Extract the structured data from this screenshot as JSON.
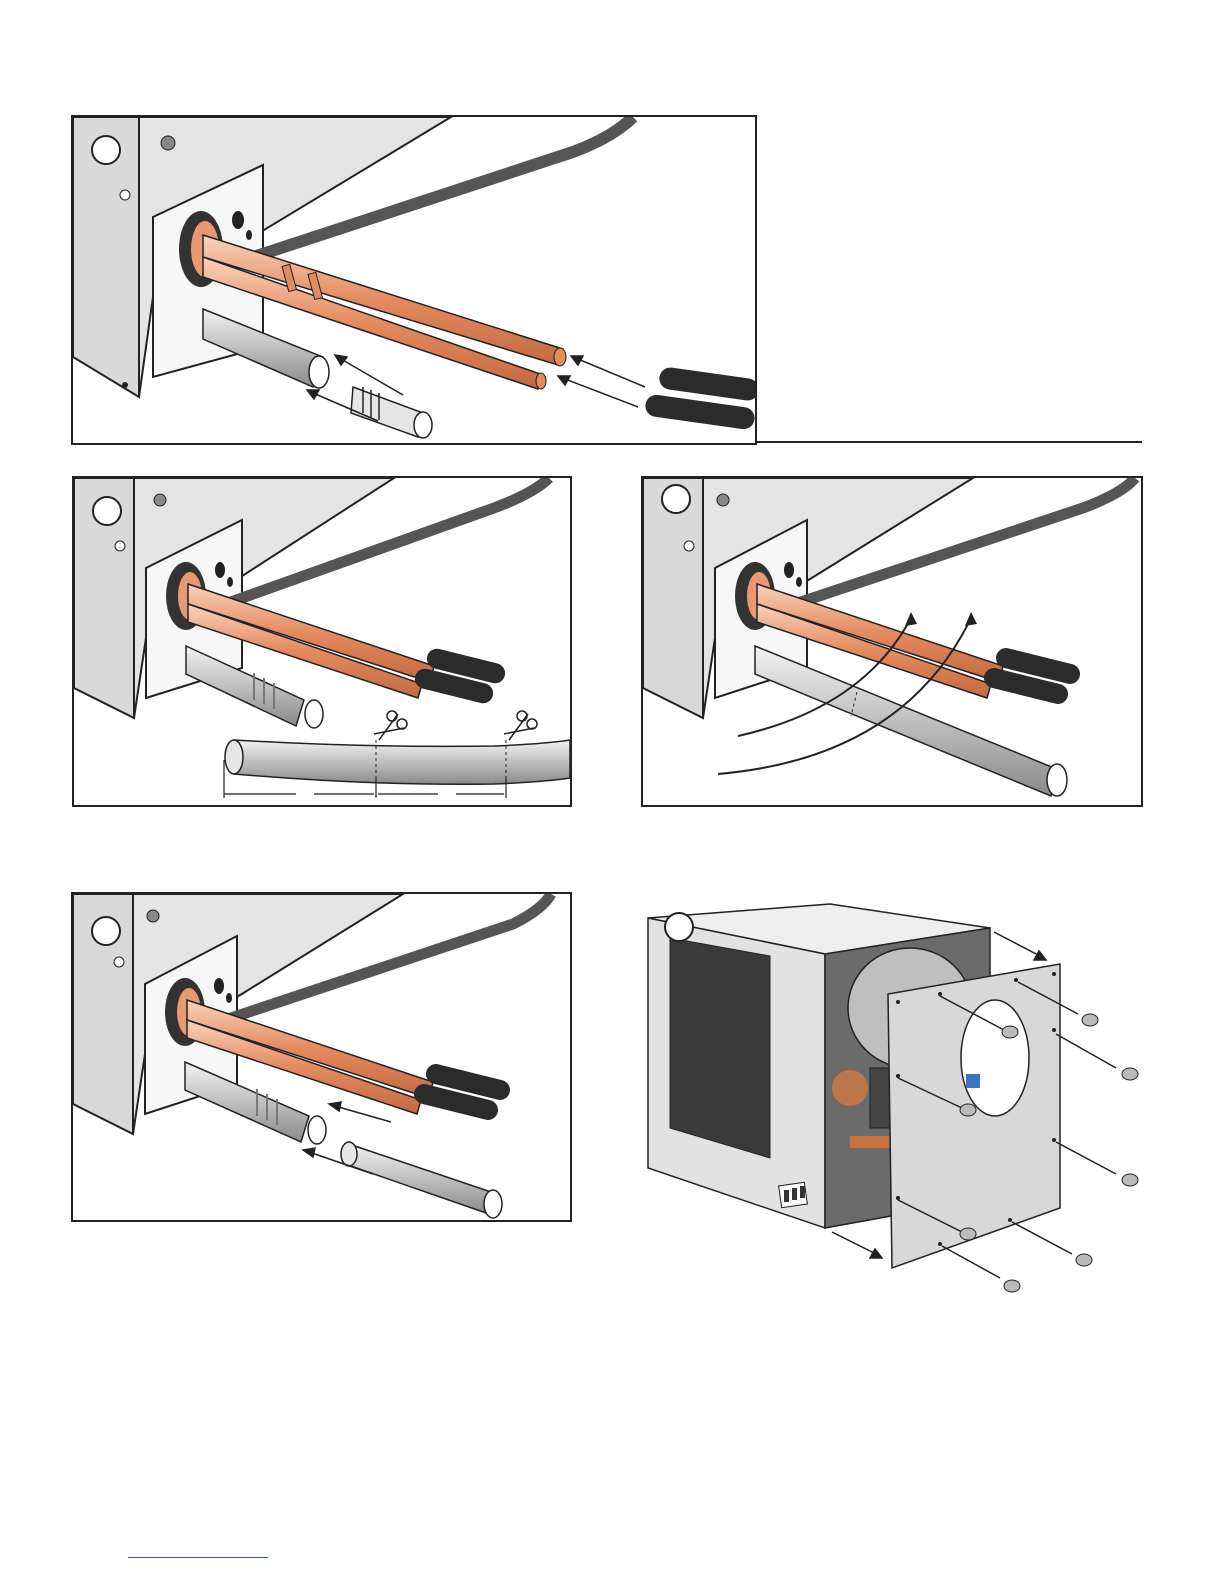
{
  "document": {
    "page": "installation-illustrations",
    "steps": [
      {
        "id": "step-1",
        "label": ""
      },
      {
        "id": "step-2",
        "label": ""
      },
      {
        "id": "step-3",
        "label": ""
      },
      {
        "id": "step-4",
        "label": ""
      },
      {
        "id": "step-5",
        "label": ""
      }
    ]
  },
  "colors": {
    "copper": "#e38a5e",
    "copper_highlight": "#f9d3bd",
    "cabinet": "#dcdcdc",
    "cabinet_dark": "#a9a9a9",
    "insulation": "#2b2b2b",
    "hose": "#c8c8c8",
    "outline": "#222222",
    "link_underline": "#3b4bd8"
  },
  "icons": [
    "scissors-icon",
    "arrow-icon",
    "screw-icon"
  ]
}
